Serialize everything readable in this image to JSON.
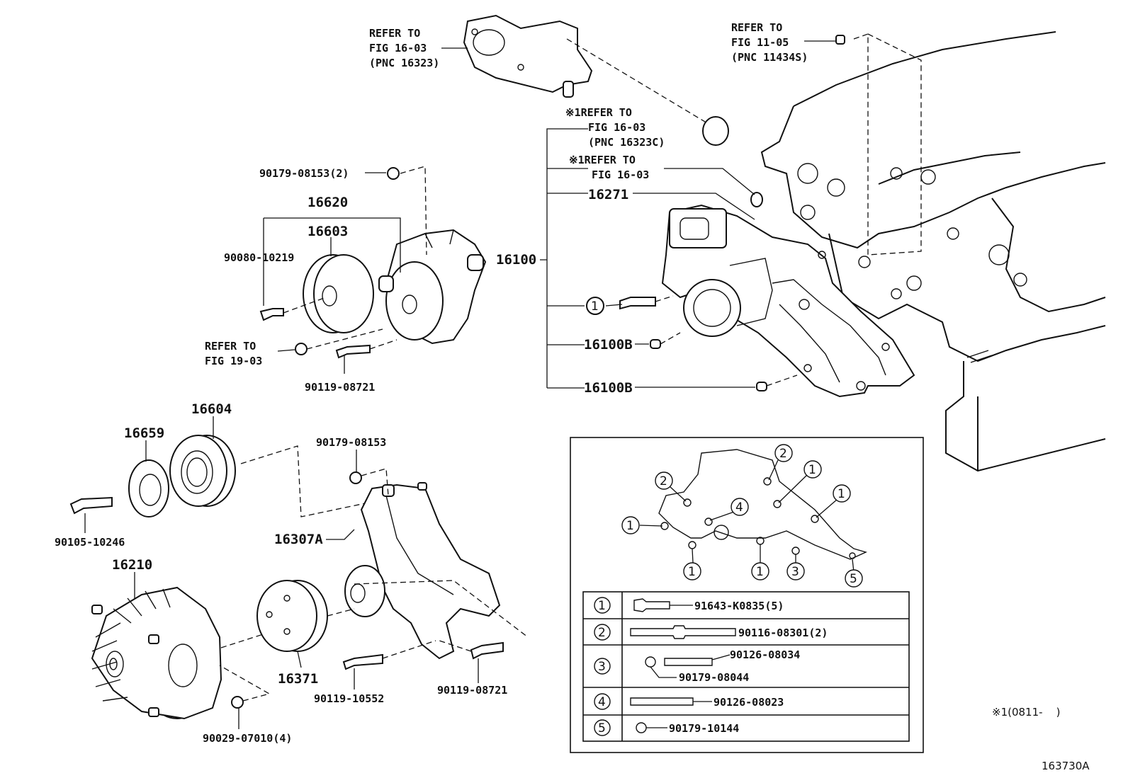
{
  "refs": {
    "r1": [
      "REFER TO",
      "FIG 16-03",
      "(PNC 16323)"
    ],
    "r2": [
      "REFER TO",
      "FIG 11-05",
      "(PNC 11434S)"
    ],
    "r3": [
      "※1REFER TO",
      "FIG 16-03",
      "(PNC 16323C)"
    ],
    "r4": [
      "※1REFER TO",
      "FIG 16-03"
    ],
    "r5": [
      "REFER TO",
      "FIG 19-03"
    ]
  },
  "labels": {
    "p90179_08153_2": "90179-08153(2)",
    "p16620": "16620",
    "p16603": "16603",
    "p90080_10219": "90080-10219",
    "p90119_08721_a": "90119-08721",
    "p16271": "16271",
    "p16100": "16100",
    "p16100B_a": "16100B",
    "p16100B_b": "16100B",
    "p16604": "16604",
    "p16659": "16659",
    "p90179_08153": "90179-08153",
    "p90105_10246": "90105-10246",
    "p16307A": "16307A",
    "p16210": "16210",
    "p16371": "16371",
    "p90119_10552": "90119-10552",
    "p90119_08721_b": "90119-08721",
    "p90029_07010_4": "90029-07010(4)",
    "circle1": "1"
  },
  "inset": {
    "callouts": [
      "2",
      "2",
      "1",
      "1",
      "4",
      "1",
      "1",
      "1",
      "3",
      "5"
    ],
    "table": [
      {
        "key": "1",
        "parts": [
          "91643-K0835(5)"
        ]
      },
      {
        "key": "2",
        "parts": [
          "90116-08301(2)"
        ]
      },
      {
        "key": "3",
        "parts": [
          "90126-08034",
          "90179-08044"
        ]
      },
      {
        "key": "4",
        "parts": [
          "90126-08023"
        ]
      },
      {
        "key": "5",
        "parts": [
          "90179-10144"
        ]
      }
    ]
  },
  "footer": {
    "note": "※1(0811-    )",
    "fig_id": "163730A"
  }
}
